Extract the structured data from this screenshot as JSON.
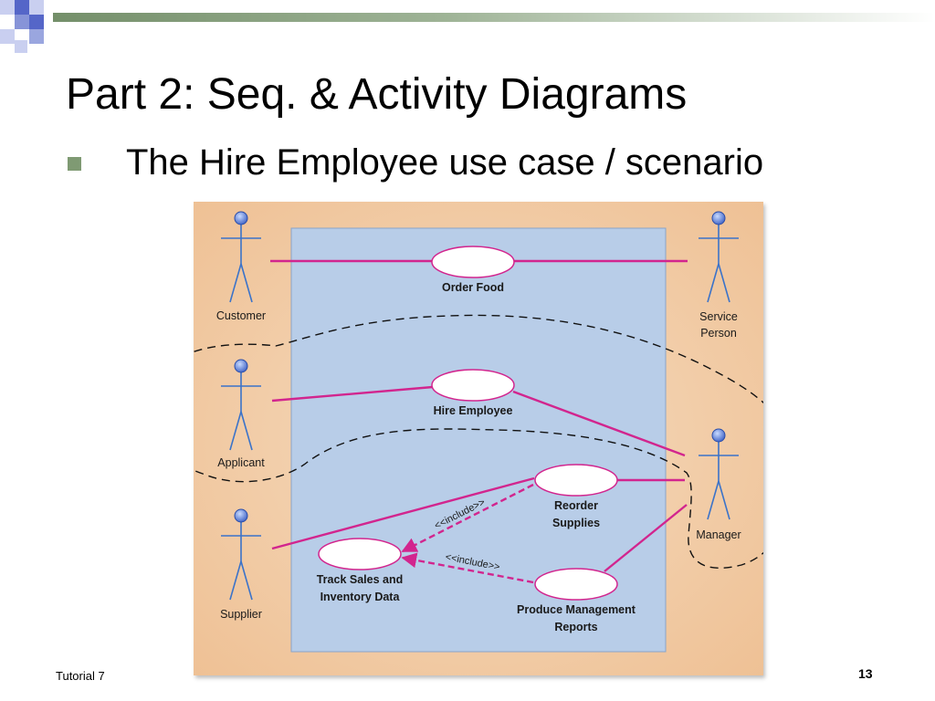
{
  "slide": {
    "title": "Part 2: Seq. & Activity Diagrams",
    "bullet": "The Hire Employee use case / scenario",
    "footer_left": "Tutorial 7",
    "page_number": "13"
  },
  "diagram": {
    "actors": {
      "customer": "Customer",
      "service_person": [
        "Service",
        "Person"
      ],
      "applicant": "Applicant",
      "supplier": "Supplier",
      "manager": "Manager"
    },
    "use_cases": {
      "order_food": "Order Food",
      "hire_employee": "Hire Employee",
      "reorder_supplies": [
        "Reorder",
        "Supplies"
      ],
      "track_sales": [
        "Track Sales and",
        "Inventory Data"
      ],
      "produce_reports": [
        "Produce Management",
        "Reports"
      ]
    },
    "include_label": "<<include>>"
  },
  "colors": {
    "frame": "#f1c9a3",
    "system": "#b8cde8",
    "association": "#d2258e",
    "actor": "#3b73c9",
    "bullet": "#7f9a73"
  }
}
